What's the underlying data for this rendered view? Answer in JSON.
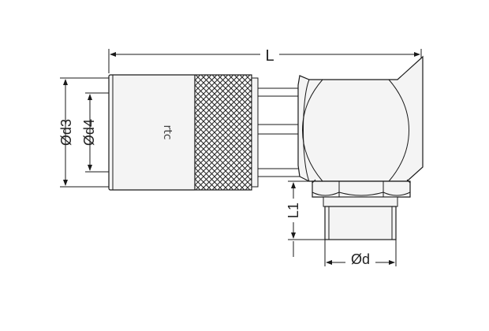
{
  "drawing": {
    "dimensions": {
      "length": "L",
      "outer_diameter": "Ød3",
      "inner_diameter": "Ød4",
      "thread_length": "L1",
      "thread_diameter": "Ød"
    },
    "logo_text": "rtc"
  },
  "colors": {
    "line": "#1a1a1a",
    "body_fill": "#f4f4f4",
    "knurl": "#2a2a2a",
    "background": "#ffffff"
  }
}
